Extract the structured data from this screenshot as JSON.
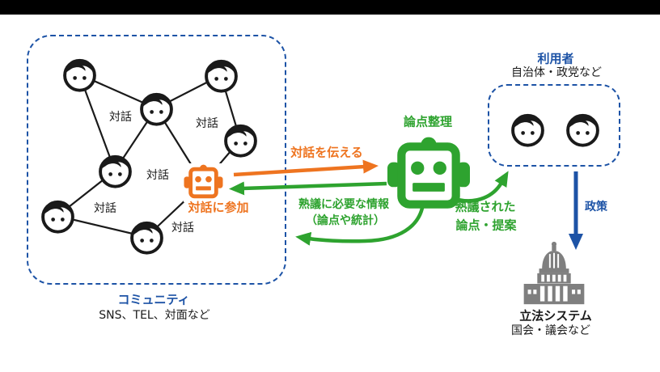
{
  "colors": {
    "accent_blue": "#1D53A6",
    "accent_green": "#2EA32F",
    "accent_orange": "#EE7420",
    "building_gray": "#7F7F7F",
    "line_black": "#1A1A1A"
  },
  "community": {
    "title": "コミュニティ",
    "subtitle": "SNS、TEL、対面など",
    "edge_label": "対話",
    "robot_label": "対話に参加",
    "member_count": 7
  },
  "mediator": {
    "label": "論点整理"
  },
  "users": {
    "title": "利用者",
    "subtitle": "自治体・政党など"
  },
  "legislature": {
    "title": "立法システム",
    "subtitle": "国会・議会など"
  },
  "arrows": {
    "convey_dialogue": "対話を伝える",
    "info_line1": "熟議に必要な情報",
    "info_line2": "（論点や統計）",
    "deliberated_line1": "熟議された",
    "deliberated_line2": "論点・提案",
    "policy": "政策"
  }
}
